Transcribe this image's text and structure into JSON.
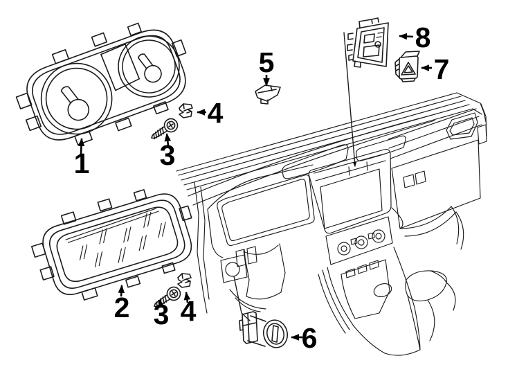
{
  "figure": {
    "type": "auto-parts-line-diagram",
    "background_color": "#ffffff",
    "line_color": "#1c1c1c",
    "label_color": "#000000",
    "callouts": [
      {
        "id": "callout-1",
        "label": "1"
      },
      {
        "id": "callout-2",
        "label": "2"
      },
      {
        "id": "callout-3-upper",
        "label": "3"
      },
      {
        "id": "callout-3-lower",
        "label": "3"
      },
      {
        "id": "callout-4-upper",
        "label": "4"
      },
      {
        "id": "callout-4-lower",
        "label": "4"
      },
      {
        "id": "callout-5",
        "label": "5"
      },
      {
        "id": "callout-6",
        "label": "6"
      },
      {
        "id": "callout-7",
        "label": "7"
      },
      {
        "id": "callout-8",
        "label": "8"
      }
    ]
  }
}
